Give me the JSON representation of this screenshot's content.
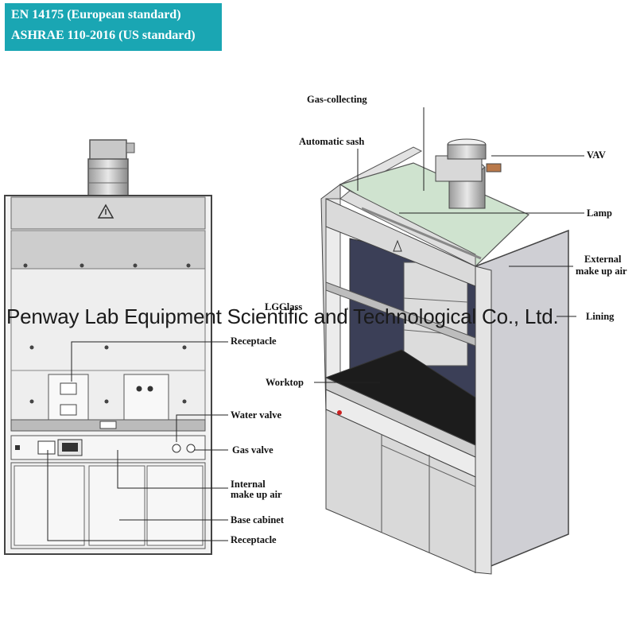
{
  "standards": [
    "EN 14175 (European standard)",
    "ASHRAE 110-2016 (US standard)"
  ],
  "watermark": "Penway Lab Equipment Scientific and Technological Co., Ltd.",
  "front_labels": {
    "receptacle_top": "Receptacle",
    "water_valve": "Water valve",
    "gas_valve": "Gas valve",
    "internal_makeup_1": "Internal",
    "internal_makeup_2": "make up air",
    "base_cabinet": "Base cabinet",
    "receptacle_bottom": "Receptacle"
  },
  "iso_labels": {
    "gas_collecting": "Gas-collecting",
    "automatic_sash": "Automatic sash",
    "vav": "VAV",
    "lamp": "Lamp",
    "external_makeup_1": "External",
    "external_makeup_2": "make up air",
    "lgglass": "LGGlass",
    "lining": "Lining",
    "worktop": "Worktop"
  },
  "colors": {
    "banner": "#1aa6b3",
    "worktop": "#1c1c1c",
    "canopy": "#cfe3cf",
    "lining": "#3b3f57",
    "cabinet": "#d9d9d9"
  }
}
